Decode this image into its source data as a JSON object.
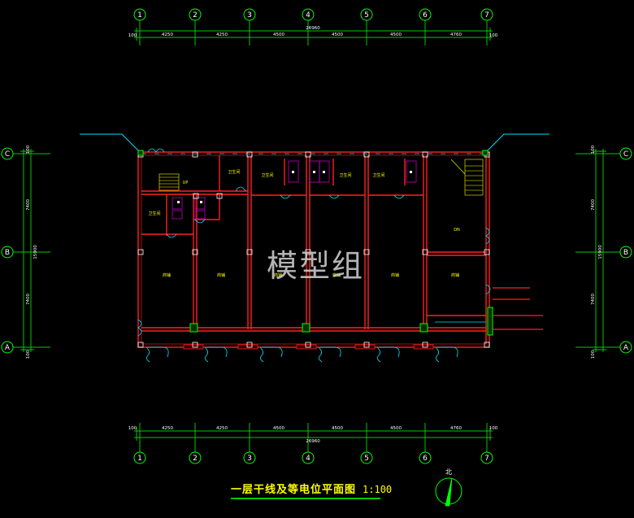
{
  "grid": {
    "columns": [
      "1",
      "2",
      "3",
      "4",
      "5",
      "6",
      "7"
    ],
    "rows": [
      "A",
      "B",
      "C"
    ],
    "top_dims": {
      "edge_left": "100",
      "spans": [
        "4250",
        "4250",
        "4500",
        "4500",
        "4500",
        "4760"
      ],
      "edge_right": "100",
      "total": "26960"
    },
    "bottom_dims": {
      "edge_left": "100",
      "spans": [
        "4250",
        "4250",
        "4500",
        "4500",
        "4500",
        "4760"
      ],
      "edge_right": "100",
      "total": "26960"
    },
    "side_dims": {
      "upper": "7400",
      "lower": "7400",
      "total": "15900",
      "edge_top": "100",
      "edge_bottom": "100"
    }
  },
  "rooms": {
    "office": "商铺",
    "toilet": "卫生间",
    "up": "UP",
    "dn": "DN"
  },
  "title": "一层干线及等电位平面图",
  "scale": "1:100",
  "watermark": "模型组",
  "north_label": "北",
  "colors": {
    "background": "#000000",
    "wall": "#ff2020",
    "axis": "#00ff00",
    "dim": "#00c800",
    "window": "#00e0ff",
    "text": "#ffff00",
    "label": "#ffffff"
  }
}
